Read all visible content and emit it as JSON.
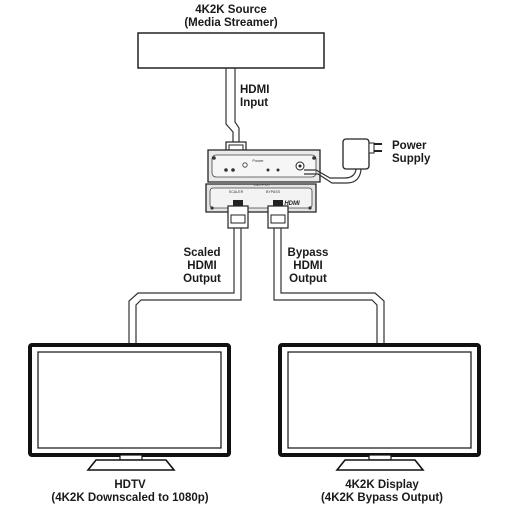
{
  "source": {
    "title": "4K2K Source",
    "subtitle": "(Media Streamer)"
  },
  "input_cable": {
    "line1": "HDMI",
    "line2": "Input"
  },
  "power": {
    "line1": "Power",
    "line2": "Supply"
  },
  "scaled_output": {
    "line1": "Scaled",
    "line2": "HDMI",
    "line3": "Output"
  },
  "bypass_output": {
    "line1": "Bypass",
    "line2": "HDMI",
    "line3": "Output"
  },
  "device": {
    "power_label": "Power",
    "output_label": "OUTPUT",
    "scaler_label": "SCALER",
    "bypass_label": "BYPASS",
    "brand_mark": "HDMI"
  },
  "hdtv": {
    "title": "HDTV",
    "subtitle": "(4K2K Downscaled to 1080p)"
  },
  "display_4k": {
    "title": "4K2K Display",
    "subtitle": "(4K2K Bypass Output)"
  }
}
